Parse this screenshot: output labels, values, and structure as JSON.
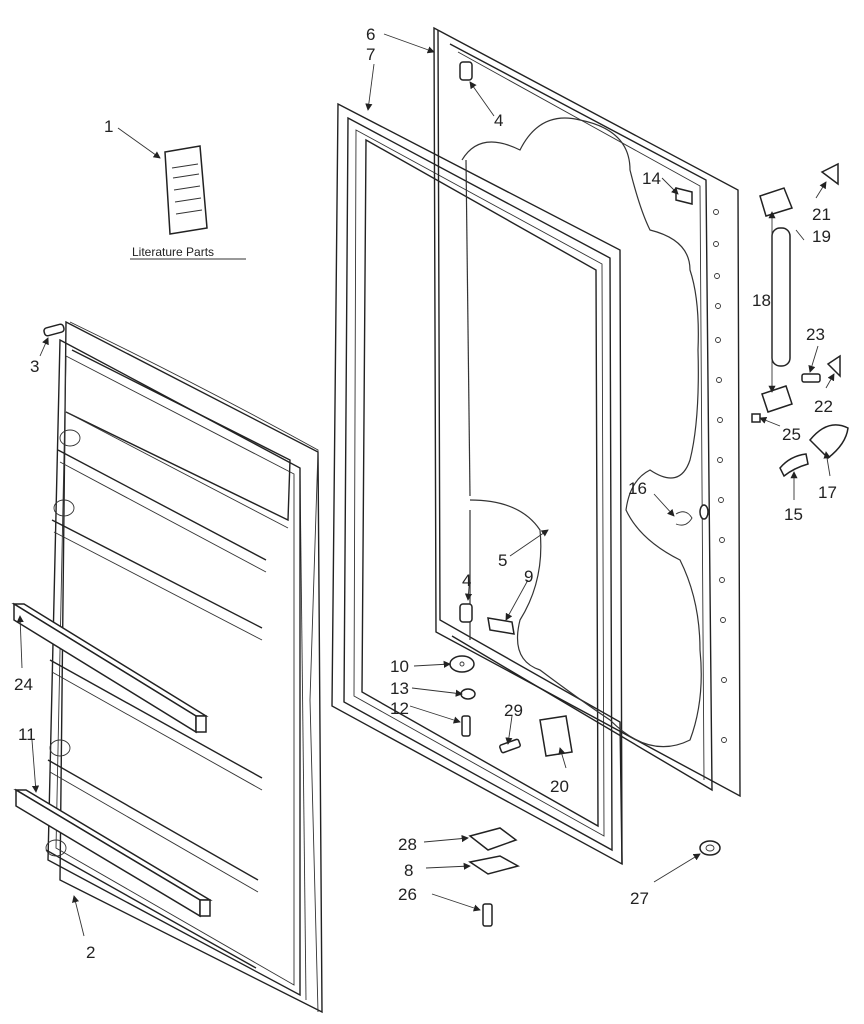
{
  "caption": "Literature Parts",
  "callouts": [
    "1",
    "2",
    "3",
    "4",
    "4",
    "5",
    "6",
    "7",
    "8",
    "9",
    "10",
    "11",
    "12",
    "13",
    "14",
    "15",
    "16",
    "17",
    "18",
    "19",
    "20",
    "21",
    "22",
    "23",
    "24",
    "25",
    "26",
    "27",
    "28",
    "29"
  ]
}
